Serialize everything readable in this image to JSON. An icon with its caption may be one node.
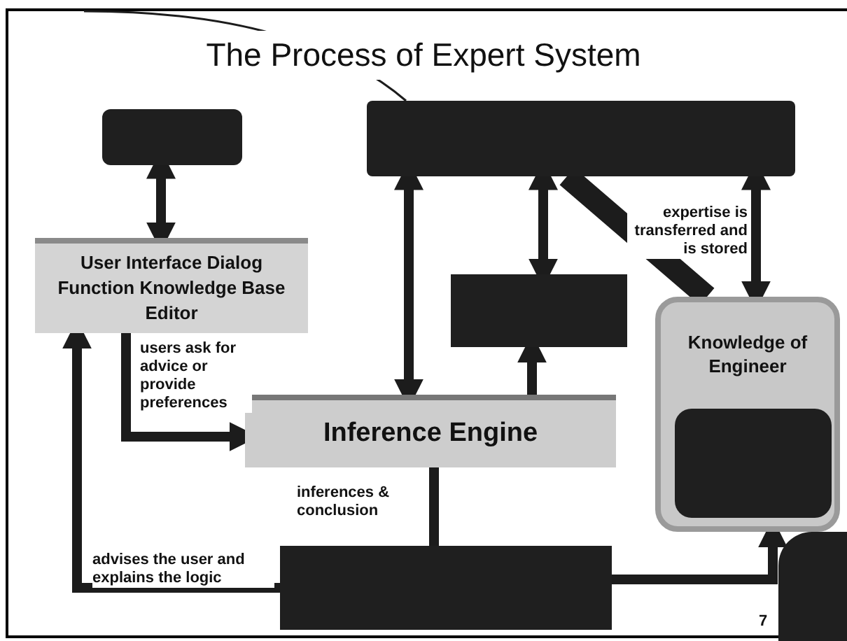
{
  "diagram": {
    "title": "The Process of Expert System",
    "nodes": [
      {
        "text": [],
        "shape": "box"
      },
      {
        "text": [],
        "shape": "box"
      },
      {
        "text": [
          "User Interface Dialog Function Knowledge Base Editor"
        ]
      },
      {
        "text": [],
        "shape": "box"
      },
      {
        "text": [
          "Inference Engine"
        ]
      },
      {
        "text": [
          "Knowledge of Engineer"
        ]
      },
      {
        "text": [],
        "shape": "box",
        "in": 5
      },
      {
        "text": [],
        "shape": "box"
      },
      {
        "text": [],
        "shape": "box"
      }
    ],
    "edges": [
      {
        "from": 0,
        "to": 2,
        "arrow": "both"
      },
      {
        "from": 1,
        "to": 4,
        "arrow": "both"
      },
      {
        "from": 1,
        "to": 3,
        "arrow": "both"
      },
      {
        "from": 4,
        "to": 3,
        "arrow": "to"
      },
      {
        "from": 1,
        "to": 5,
        "arrow": "both",
        "label": "expertise is transferred and is stored"
      },
      {
        "from": 1,
        "to": 5,
        "arrow": "none",
        "style": "thick"
      },
      {
        "from": 2,
        "to": 4,
        "arrow": "to",
        "label": "users ask for advice or provide preferences"
      },
      {
        "from": 7,
        "to": 2,
        "arrow": "to",
        "label": "advises the user and explains the logic"
      },
      {
        "from": 4,
        "to": 7,
        "arrow": "none",
        "label": "inferences & conclusion"
      },
      {
        "from": 7,
        "to": 5,
        "arrow": "to"
      },
      {
        "from": null,
        "to": 1,
        "arrow": "none"
      }
    ],
    "labels": [
      "7"
    ]
  }
}
